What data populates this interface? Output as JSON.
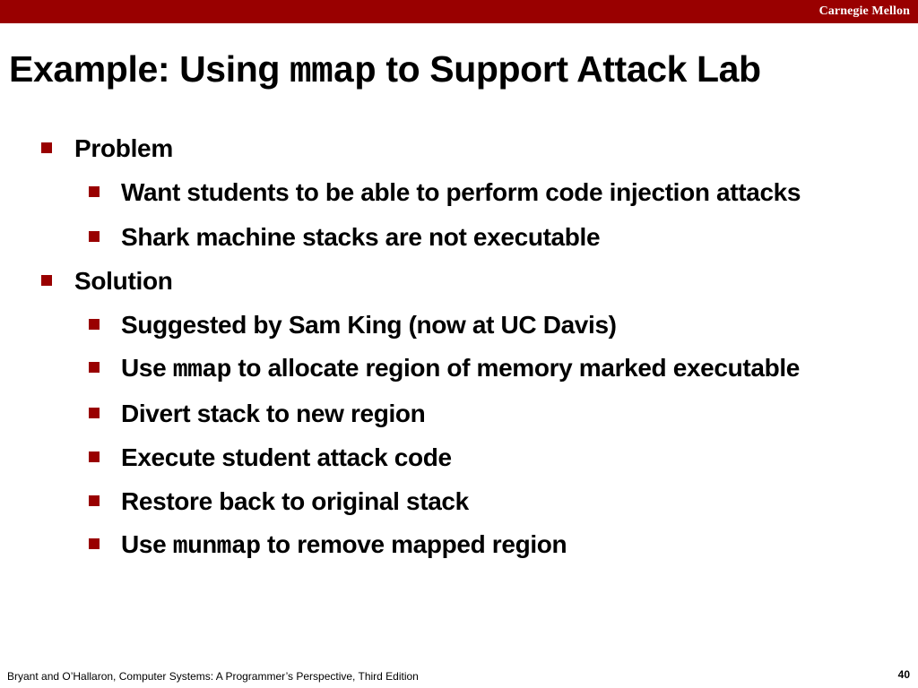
{
  "header": {
    "brand": "Carnegie Mellon",
    "bar_color": "#990000"
  },
  "title": {
    "part1": "Example: Using",
    "code": "mmap",
    "part2": "to Support Attack Lab"
  },
  "bullets": {
    "problem": {
      "label": "Problem",
      "items": [
        "Want students to be able to perform code injection attacks",
        "Shark machine stacks are not executable"
      ]
    },
    "solution": {
      "label": "Solution",
      "items": {
        "suggested": "Suggested by Sam King (now at UC Davis)",
        "use_mmap": {
          "prefix": "Use",
          "code": "mmap",
          "suffix": "to allocate region of memory marked executable"
        },
        "divert": "Divert stack to new region",
        "execute": "Execute student attack code",
        "restore": "Restore back to original stack",
        "use_munmap": {
          "prefix": "Use",
          "code": "munmap",
          "suffix": "to remove mapped region"
        }
      }
    }
  },
  "bullet_marker": "square-bullet-icon",
  "footer": {
    "citation": "Bryant and O’Hallaron, Computer Systems: A Programmer’s Perspective, Third Edition",
    "page_number": "40"
  }
}
